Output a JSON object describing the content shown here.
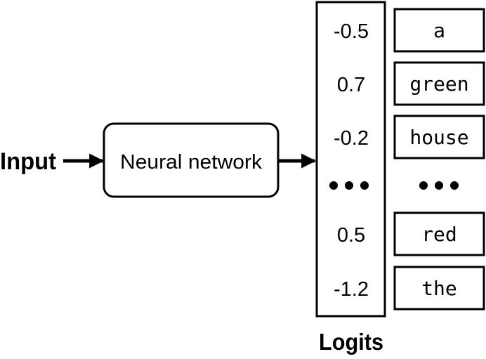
{
  "input_label": "Input",
  "network_label": "Neural network",
  "logits_caption": "Logits",
  "rows": [
    {
      "logit": "-0.5",
      "token": "a"
    },
    {
      "logit": "0.7",
      "token": "green"
    },
    {
      "logit": "-0.2",
      "token": "house"
    },
    {
      "ellipsis": true
    },
    {
      "logit": "0.5",
      "token": "red"
    },
    {
      "logit": "-1.2",
      "token": "the"
    }
  ]
}
